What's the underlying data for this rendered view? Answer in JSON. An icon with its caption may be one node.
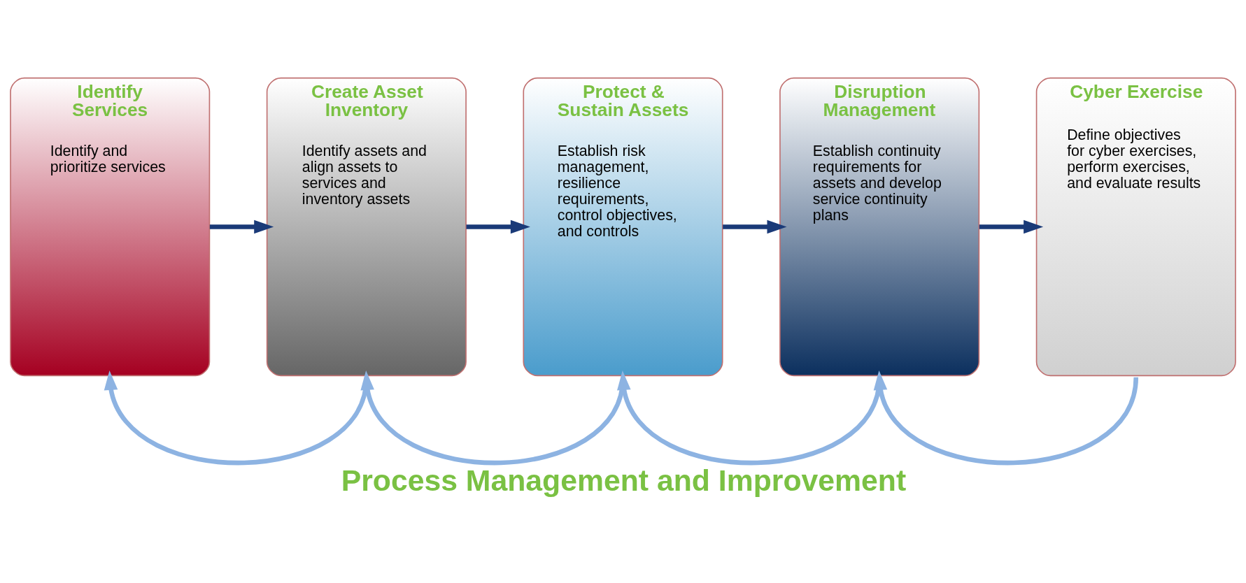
{
  "diagram": {
    "caption": "Process Management and Improvement",
    "nodes": [
      {
        "text": [
          "Identify Services",
          "Identify and prioritize services"
        ]
      },
      {
        "text": [
          "Create Asset Inventory",
          "Identify assets and align assets to services and inventory assets"
        ]
      },
      {
        "text": [
          "Protect & Sustain Assets",
          "Establish risk management, resilience requirements, control objectives, and controls"
        ]
      },
      {
        "text": [
          "Disruption Management",
          "Establish continuity requirements for assets and develop service continuity plans"
        ]
      },
      {
        "text": [
          "Cyber Exercise",
          "Define objectives for cyber exercises, perform exercises, and evaluate results"
        ]
      }
    ],
    "edges": [
      {
        "from": 0,
        "to": 1,
        "arrow": "to",
        "color": "#1a3a78"
      },
      {
        "from": 1,
        "to": 2,
        "arrow": "to",
        "color": "#1a3a78"
      },
      {
        "from": 2,
        "to": 3,
        "arrow": "to",
        "color": "#1a3a78"
      },
      {
        "from": 3,
        "to": 4,
        "arrow": "to",
        "color": "#1a3a78"
      },
      {
        "from": 1,
        "to": 0,
        "arrow": "to",
        "color": "#8db3e2"
      },
      {
        "from": 2,
        "to": 1,
        "arrow": "to",
        "color": "#8db3e2"
      },
      {
        "from": 3,
        "to": 2,
        "arrow": "to",
        "color": "#8db3e2"
      },
      {
        "from": 4,
        "to": 3,
        "arrow": "to",
        "color": "#8db3e2"
      }
    ]
  }
}
